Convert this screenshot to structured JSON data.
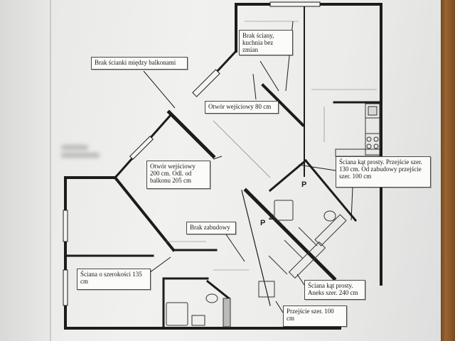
{
  "callouts": {
    "balcony_wall": "Brak ścianki między balkonami",
    "kitchen_wall": "Brak ściany,\nkuchnia bez\nzmian",
    "entrance_80": "Otwór wejściowy 80 cm",
    "entrance_200": "Otwór wejściowy\n200 cm. Odl. od\nbalkonu 205 cm",
    "right_angle_wall_1": "Ściana kąt prosty. Przejście szer.\n130 cm. Od zabudowy przejście\nszer. 100 cm",
    "no_built_in": "Brak zabudowy",
    "wall_135": "Ściana o szerokości 135\ncm",
    "right_angle_wall_2": "Ściana kąt prosty.\nAneks szer. 240 cm",
    "passage_100": "Przejście szer. 100\ncm"
  },
  "room_letters": [
    "P",
    "Z",
    "P"
  ],
  "colors": {
    "paper": "#efefed",
    "line": "#1c1c1c",
    "table": "#8c5a2c"
  }
}
